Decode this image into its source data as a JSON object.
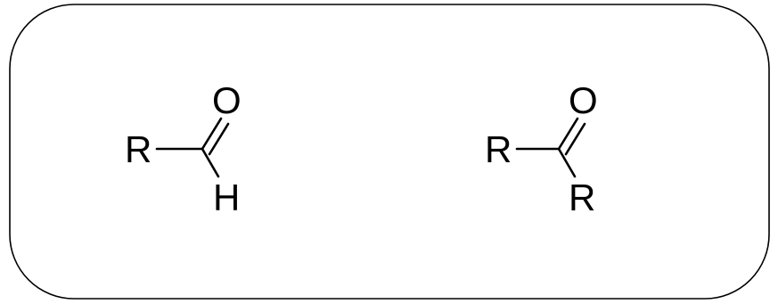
{
  "aldehyde": {
    "r_label": "R",
    "o_label": "O",
    "h_label": "H"
  },
  "ketone": {
    "r1_label": "R",
    "o_label": "O",
    "r2_label": "R"
  },
  "colors": {
    "stroke": "#000000",
    "background": "#ffffff"
  }
}
